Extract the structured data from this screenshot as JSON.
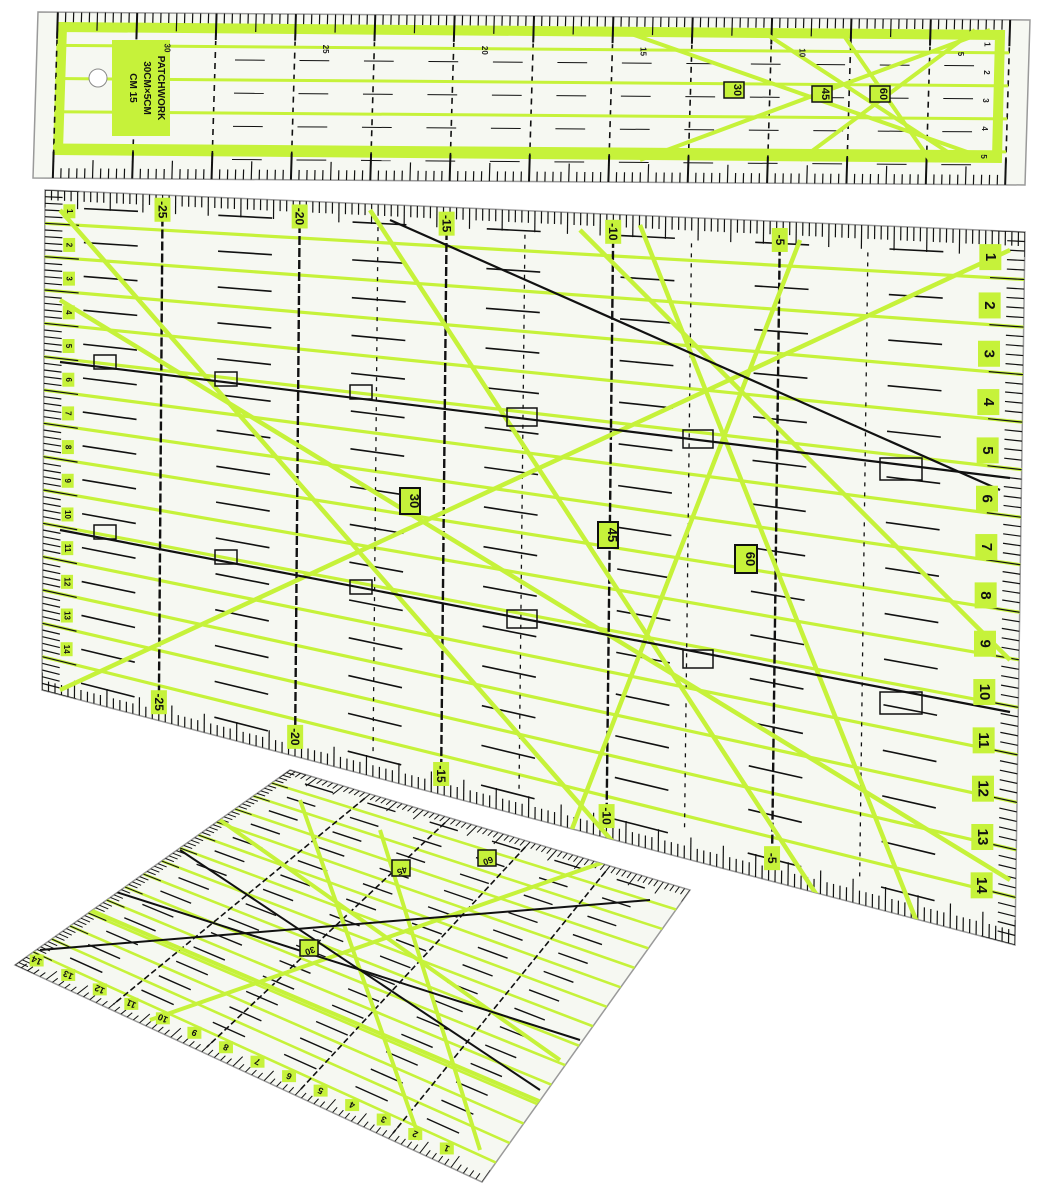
{
  "colors": {
    "background": "#ffffff",
    "accent": "#c6f23a",
    "accent_dark": "#9fd11c",
    "line": "#111111",
    "ruler_body": "#f6f8f2"
  },
  "rulers": {
    "strip": {
      "label_lines": [
        "CM 15",
        "30CM×5CM",
        "PATCHWORK"
      ],
      "angles": [
        "30",
        "45",
        "60"
      ],
      "long_labels": [
        "30",
        "25",
        "20",
        "15",
        "10",
        "5"
      ],
      "short_labels": [
        "1",
        "2",
        "3",
        "4",
        "5"
      ]
    },
    "large": {
      "top_labels": [
        "-25",
        "-20",
        "-15",
        "-10",
        "-5"
      ],
      "bottom_labels": [
        "-25",
        "-20",
        "-15",
        "-10",
        "-5"
      ],
      "right_labels": [
        "1",
        "2",
        "3",
        "4",
        "5",
        "6",
        "7",
        "8",
        "9",
        "10",
        "11",
        "12",
        "13",
        "14"
      ],
      "left_labels": [
        "1",
        "2",
        "3",
        "4",
        "5",
        "6",
        "7",
        "8",
        "9",
        "10",
        "11",
        "12",
        "13",
        "14"
      ],
      "angles": [
        "30",
        "45",
        "60"
      ]
    },
    "square": {
      "bottom_labels": [
        "14",
        "13",
        "12",
        "11",
        "10",
        "9",
        "8",
        "7",
        "6",
        "5",
        "4",
        "3",
        "2",
        "1"
      ],
      "angles": [
        "30",
        "45",
        "60"
      ]
    }
  }
}
